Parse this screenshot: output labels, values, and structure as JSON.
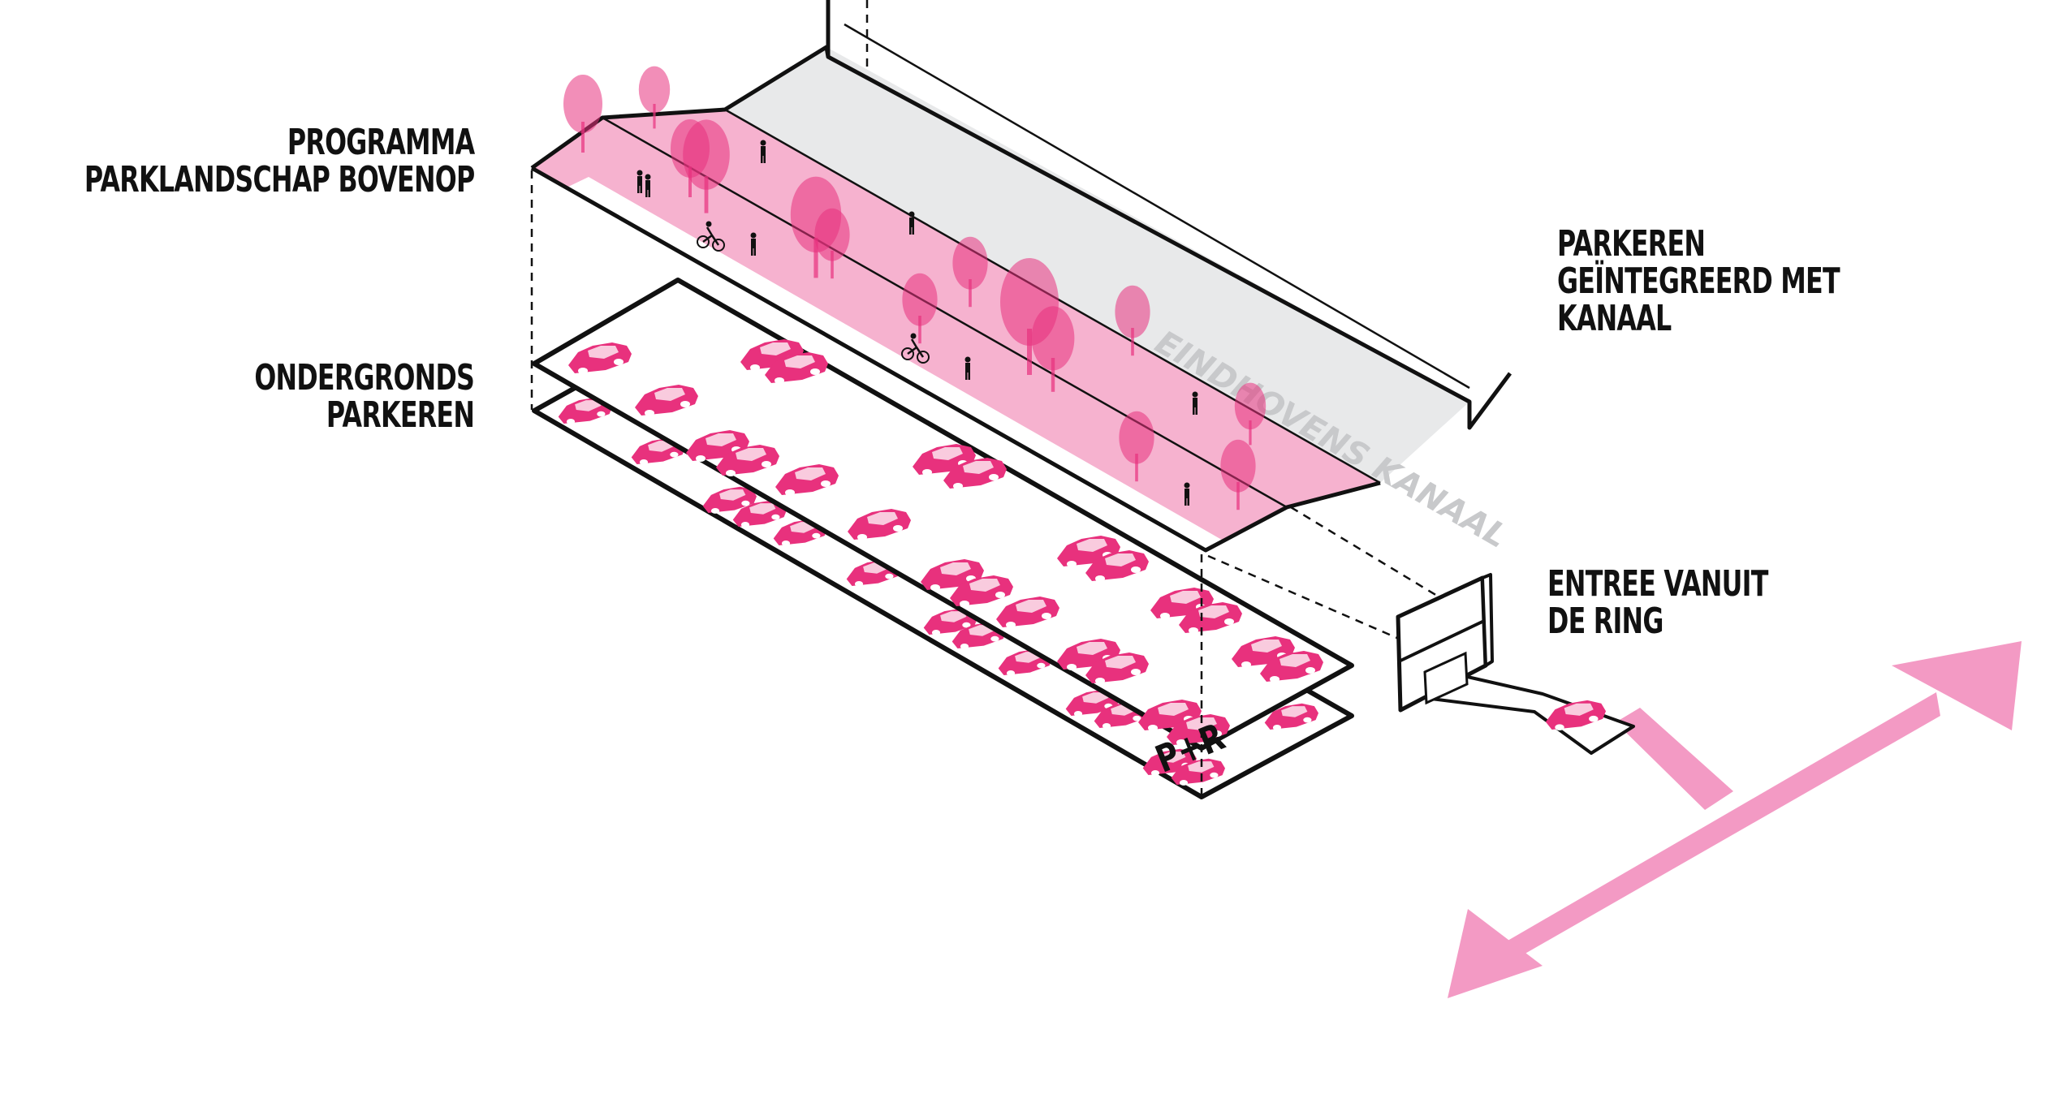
{
  "labels": {
    "park": [
      "PROGRAMMA",
      "PARKLANDSCHAP BOVENOP"
    ],
    "underground": [
      "ONDERGRONDS",
      "PARKEREN"
    ],
    "canal_parking": [
      "PARKEREN",
      "GEÏNTEGREERD MET",
      "KANAAL"
    ],
    "entrance": [
      "ENTREE VANUIT",
      "DE RING"
    ]
  },
  "canal_name": "EINDHOVENS KANAAL",
  "pr_sign": "P+R",
  "ring_label": "RING",
  "colors": {
    "magenta": "#e8317d",
    "pink_light": "#f6b2cf",
    "pink_ring": "#f39ac4",
    "gray": "#e8e9ea",
    "ink": "#111111"
  },
  "icons": [
    "tree-icon",
    "car-icon",
    "pedestrian-icon",
    "cyclist-icon"
  ]
}
